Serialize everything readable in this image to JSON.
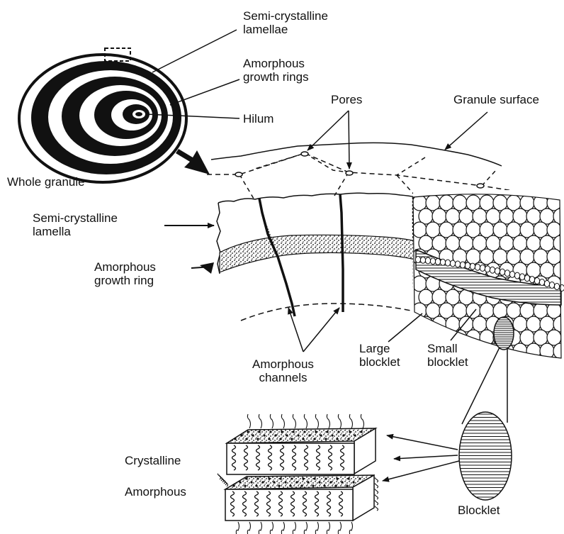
{
  "colors": {
    "ink": "#111111",
    "background": "#ffffff"
  },
  "labels": {
    "semi_crystalline_lamellae": [
      "Semi-crystalline",
      "lamellae"
    ],
    "amorphous_growth_rings": [
      "Amorphous",
      "growth rings"
    ],
    "hilum": "Hilum",
    "whole_granule": "Whole granule",
    "pores": "Pores",
    "granule_surface": "Granule surface",
    "semi_crystalline_lamella": [
      "Semi-crystalline",
      "lamella"
    ],
    "amorphous_growth_ring": [
      "Amorphous",
      "growth ring"
    ],
    "amorphous_channels": [
      "Amorphous",
      "channels"
    ],
    "large_blocklet": [
      "Large",
      "blocklet"
    ],
    "small_blocklet": [
      "Small",
      "blocklet"
    ],
    "crystalline": "Crystalline",
    "amorphous": "Amorphous",
    "blocklet": "Blocklet"
  }
}
